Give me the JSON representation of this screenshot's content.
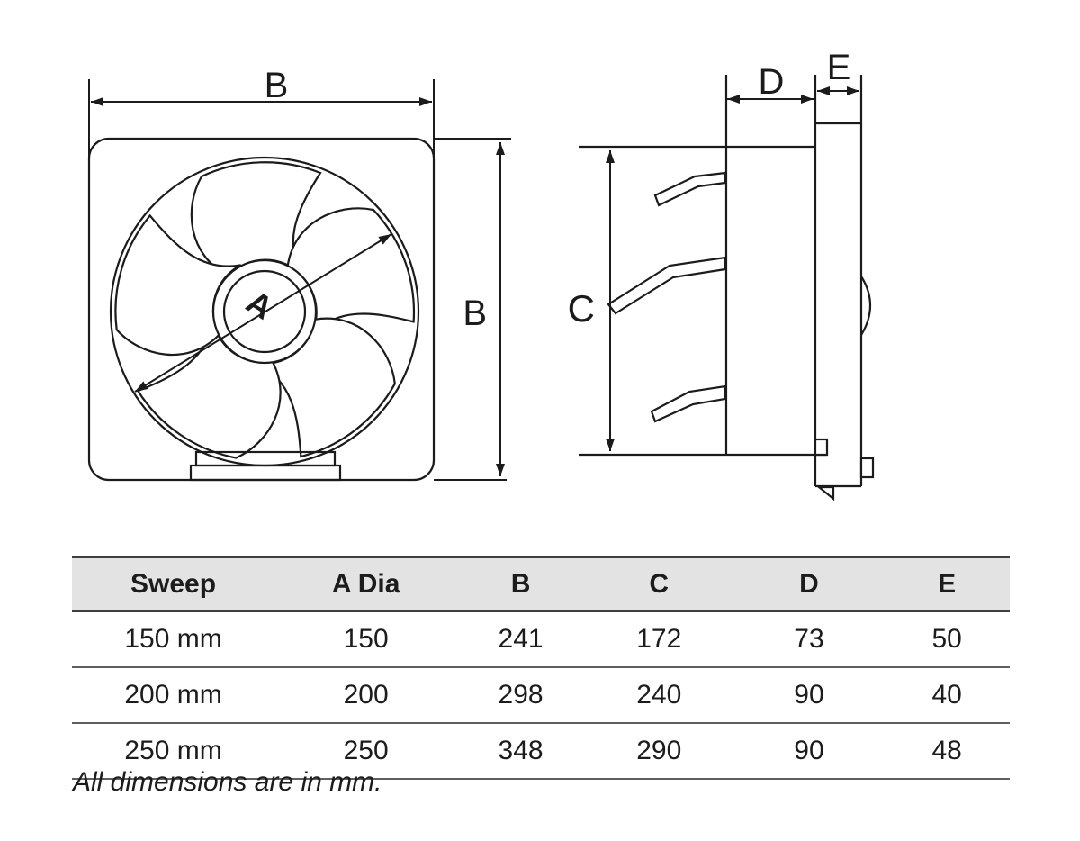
{
  "front_view": {
    "top_width_label": "B",
    "right_height_label": "B",
    "hub_diameter_label": "A"
  },
  "side_view": {
    "height_label": "C",
    "body_depth_label": "D",
    "flange_depth_label": "E"
  },
  "spec_table": {
    "headers": [
      "Sweep",
      "A Dia",
      "B",
      "C",
      "D",
      "E"
    ],
    "rows": [
      [
        "150 mm",
        "150",
        "241",
        "172",
        "73",
        "50"
      ],
      [
        "200 mm",
        "200",
        "298",
        "240",
        "90",
        "40"
      ],
      [
        "250 mm",
        "250",
        "348",
        "290",
        "90",
        "48"
      ]
    ]
  },
  "note": "All dimensions are in mm.",
  "colors": {
    "line": "#1b1b1b",
    "table_header_bg": "#e3e3e3",
    "table_border_dark": "#3f3f3f",
    "table_border_mid": "#5f5f5f",
    "background": "#ffffff"
  }
}
